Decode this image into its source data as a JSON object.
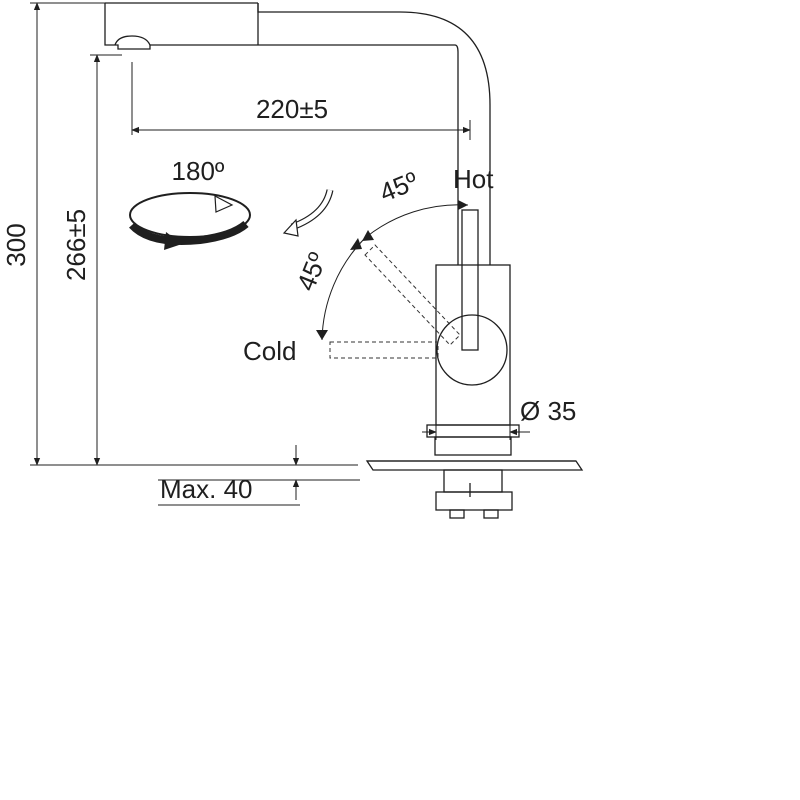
{
  "dimensions": {
    "total_height": "300",
    "spout_height": "266±5",
    "spout_reach": "220±5",
    "diameter": "Ø 35",
    "max_thickness": "Max. 40"
  },
  "rotation": {
    "angle": "180º"
  },
  "lever": {
    "hot_label": "Hot",
    "cold_label": "Cold",
    "hot_angle": "45º",
    "cold_angle": "45º"
  }
}
